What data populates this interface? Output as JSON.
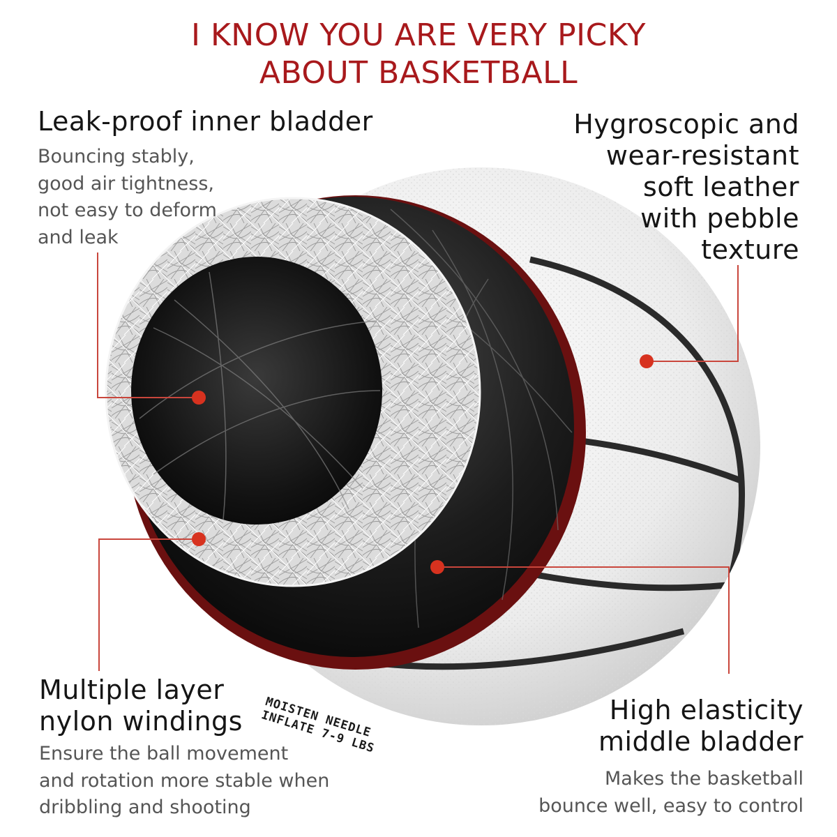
{
  "headline": {
    "line1": "I KNOW YOU ARE VERY PICKY",
    "line2": "ABOUT BASKETBALL"
  },
  "features": {
    "inner_bladder": {
      "title": [
        "Leak-proof inner bladder"
      ],
      "desc": [
        "Bouncing stably,",
        "good air tightness,",
        "not easy to deform",
        "and leak"
      ]
    },
    "leather": {
      "title": [
        "Hygroscopic and",
        "wear-resistant",
        "soft leather",
        "with pebble",
        "texture"
      ]
    },
    "nylon": {
      "title": [
        "Multiple layer",
        "nylon windings"
      ],
      "desc": [
        "Ensure the ball movement",
        "and rotation more stable when",
        "dribbling and shooting"
      ]
    },
    "middle_bladder": {
      "title": [
        "High elasticity",
        "middle bladder"
      ],
      "desc": [
        "Makes the basketball",
        "bounce well, easy to control"
      ]
    }
  },
  "ball_imprint": {
    "line1": "MOISTEN NEEDLE",
    "line2": "INFLATE 7-9 LBS"
  },
  "colors": {
    "accent_red": "#d7321f",
    "headline_red": "#a8191c",
    "leader_line": "#c9463c",
    "ball_white": "#ededed",
    "ball_seam": "#2a2a2a",
    "bladder_dark": "#161616"
  }
}
